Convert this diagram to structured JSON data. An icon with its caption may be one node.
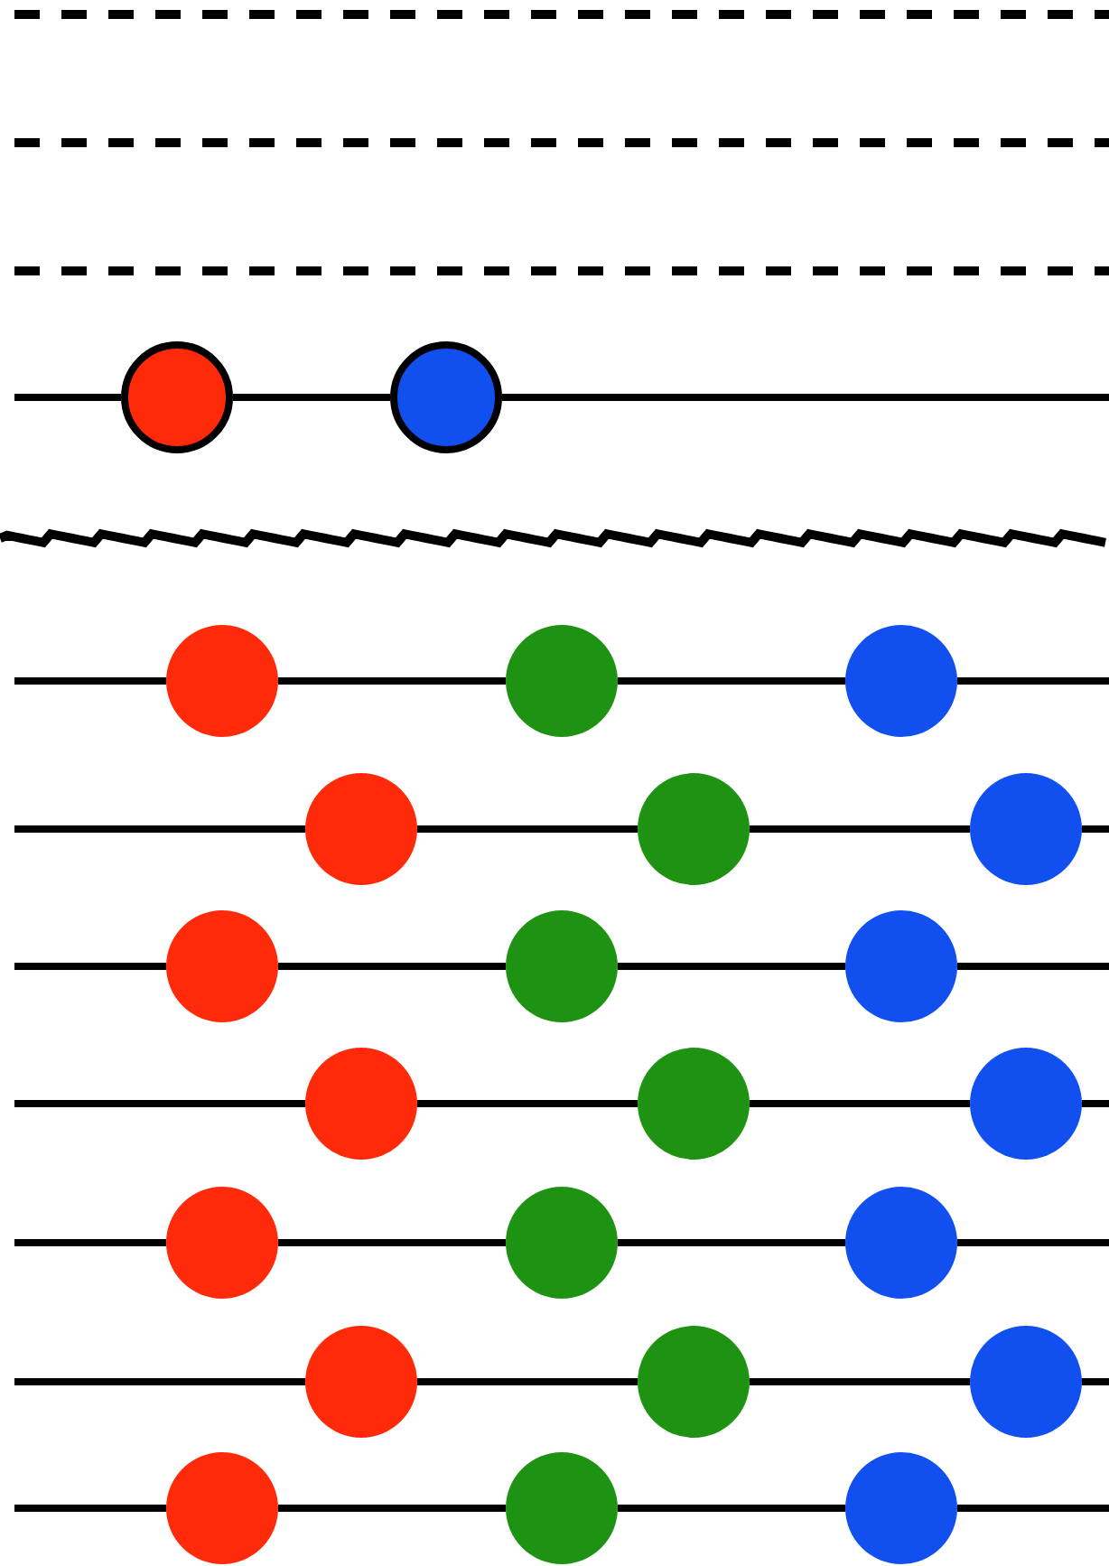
{
  "diagram": {
    "nodes": [
      {
        "text": [],
        "shape": "circle"
      },
      {
        "text": [],
        "shape": "circle"
      },
      {
        "text": [],
        "shape": "circle"
      },
      {
        "text": [],
        "shape": "circle"
      },
      {
        "text": [],
        "shape": "circle"
      },
      {
        "text": [],
        "shape": "circle"
      },
      {
        "text": [],
        "shape": "circle"
      },
      {
        "text": [],
        "shape": "circle"
      },
      {
        "text": [],
        "shape": "circle"
      },
      {
        "text": [],
        "shape": "circle"
      },
      {
        "text": [],
        "shape": "circle"
      },
      {
        "text": [],
        "shape": "circle"
      },
      {
        "text": [],
        "shape": "circle"
      },
      {
        "text": [],
        "shape": "circle"
      },
      {
        "text": [],
        "shape": "circle"
      },
      {
        "text": [],
        "shape": "circle"
      },
      {
        "text": [],
        "shape": "circle"
      },
      {
        "text": [],
        "shape": "circle"
      },
      {
        "text": [],
        "shape": "circle"
      },
      {
        "text": [],
        "shape": "circle"
      },
      {
        "text": [],
        "shape": "circle"
      },
      {
        "text": [],
        "shape": "circle"
      },
      {
        "text": [],
        "shape": "circle"
      }
    ],
    "edges": [
      {
        "from": null,
        "to": 0,
        "arrow": "none"
      },
      {
        "from": 0,
        "to": 1,
        "arrow": "none"
      },
      {
        "from": 1,
        "to": null,
        "arrow": "none"
      },
      {
        "from": null,
        "to": 2,
        "arrow": "none"
      },
      {
        "from": 2,
        "to": 3,
        "arrow": "none"
      },
      {
        "from": 3,
        "to": 4,
        "arrow": "none"
      },
      {
        "from": 4,
        "to": null,
        "arrow": "none"
      },
      {
        "from": null,
        "to": 5,
        "arrow": "none"
      },
      {
        "from": 5,
        "to": 6,
        "arrow": "none"
      },
      {
        "from": 6,
        "to": 7,
        "arrow": "none"
      },
      {
        "from": 7,
        "to": null,
        "arrow": "none"
      },
      {
        "from": null,
        "to": 8,
        "arrow": "none"
      },
      {
        "from": 8,
        "to": 9,
        "arrow": "none"
      },
      {
        "from": 9,
        "to": 10,
        "arrow": "none"
      },
      {
        "from": 10,
        "to": null,
        "arrow": "none"
      },
      {
        "from": null,
        "to": 11,
        "arrow": "none"
      },
      {
        "from": 11,
        "to": 12,
        "arrow": "none"
      },
      {
        "from": 12,
        "to": 13,
        "arrow": "none"
      },
      {
        "from": 13,
        "to": null,
        "arrow": "none"
      },
      {
        "from": null,
        "to": 14,
        "arrow": "none"
      },
      {
        "from": 14,
        "to": 15,
        "arrow": "none"
      },
      {
        "from": 15,
        "to": 16,
        "arrow": "none"
      },
      {
        "from": 16,
        "to": null,
        "arrow": "none"
      },
      {
        "from": null,
        "to": 17,
        "arrow": "none"
      },
      {
        "from": 17,
        "to": 18,
        "arrow": "none"
      },
      {
        "from": 18,
        "to": 19,
        "arrow": "none"
      },
      {
        "from": 19,
        "to": null,
        "arrow": "none"
      },
      {
        "from": null,
        "to": 20,
        "arrow": "none"
      },
      {
        "from": 20,
        "to": 21,
        "arrow": "none"
      },
      {
        "from": 21,
        "to": 22,
        "arrow": "none"
      },
      {
        "from": 22,
        "to": null,
        "arrow": "none"
      }
    ]
  }
}
